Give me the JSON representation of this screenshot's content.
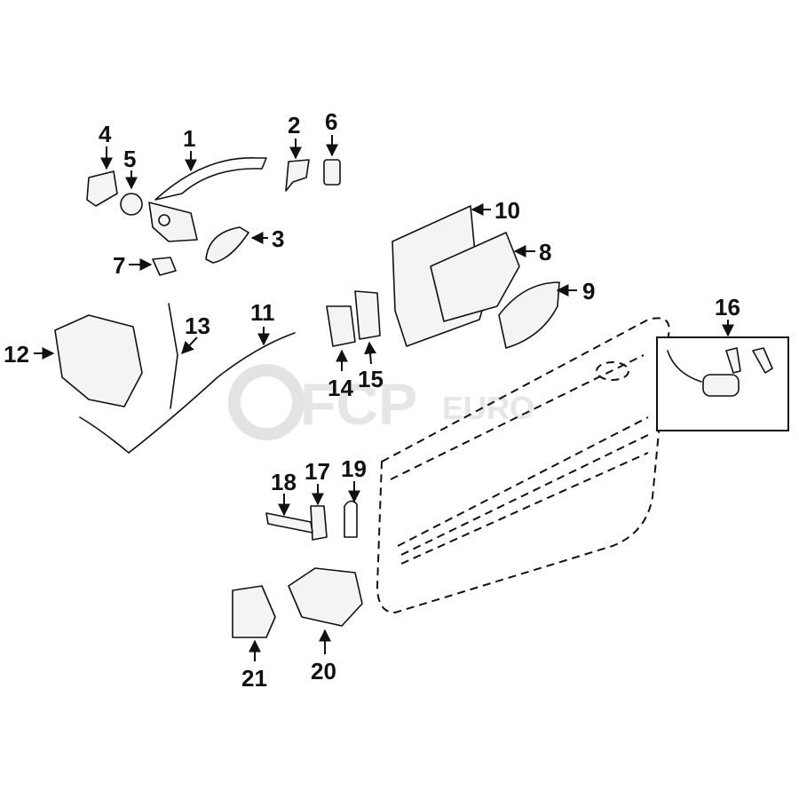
{
  "watermark": {
    "brand": "FCP",
    "suffix": "EURO"
  },
  "callouts": [
    "1",
    "2",
    "3",
    "4",
    "5",
    "6",
    "7",
    "8",
    "9",
    "10",
    "11",
    "12",
    "13",
    "14",
    "15",
    "16",
    "17",
    "18",
    "19",
    "20",
    "21"
  ]
}
